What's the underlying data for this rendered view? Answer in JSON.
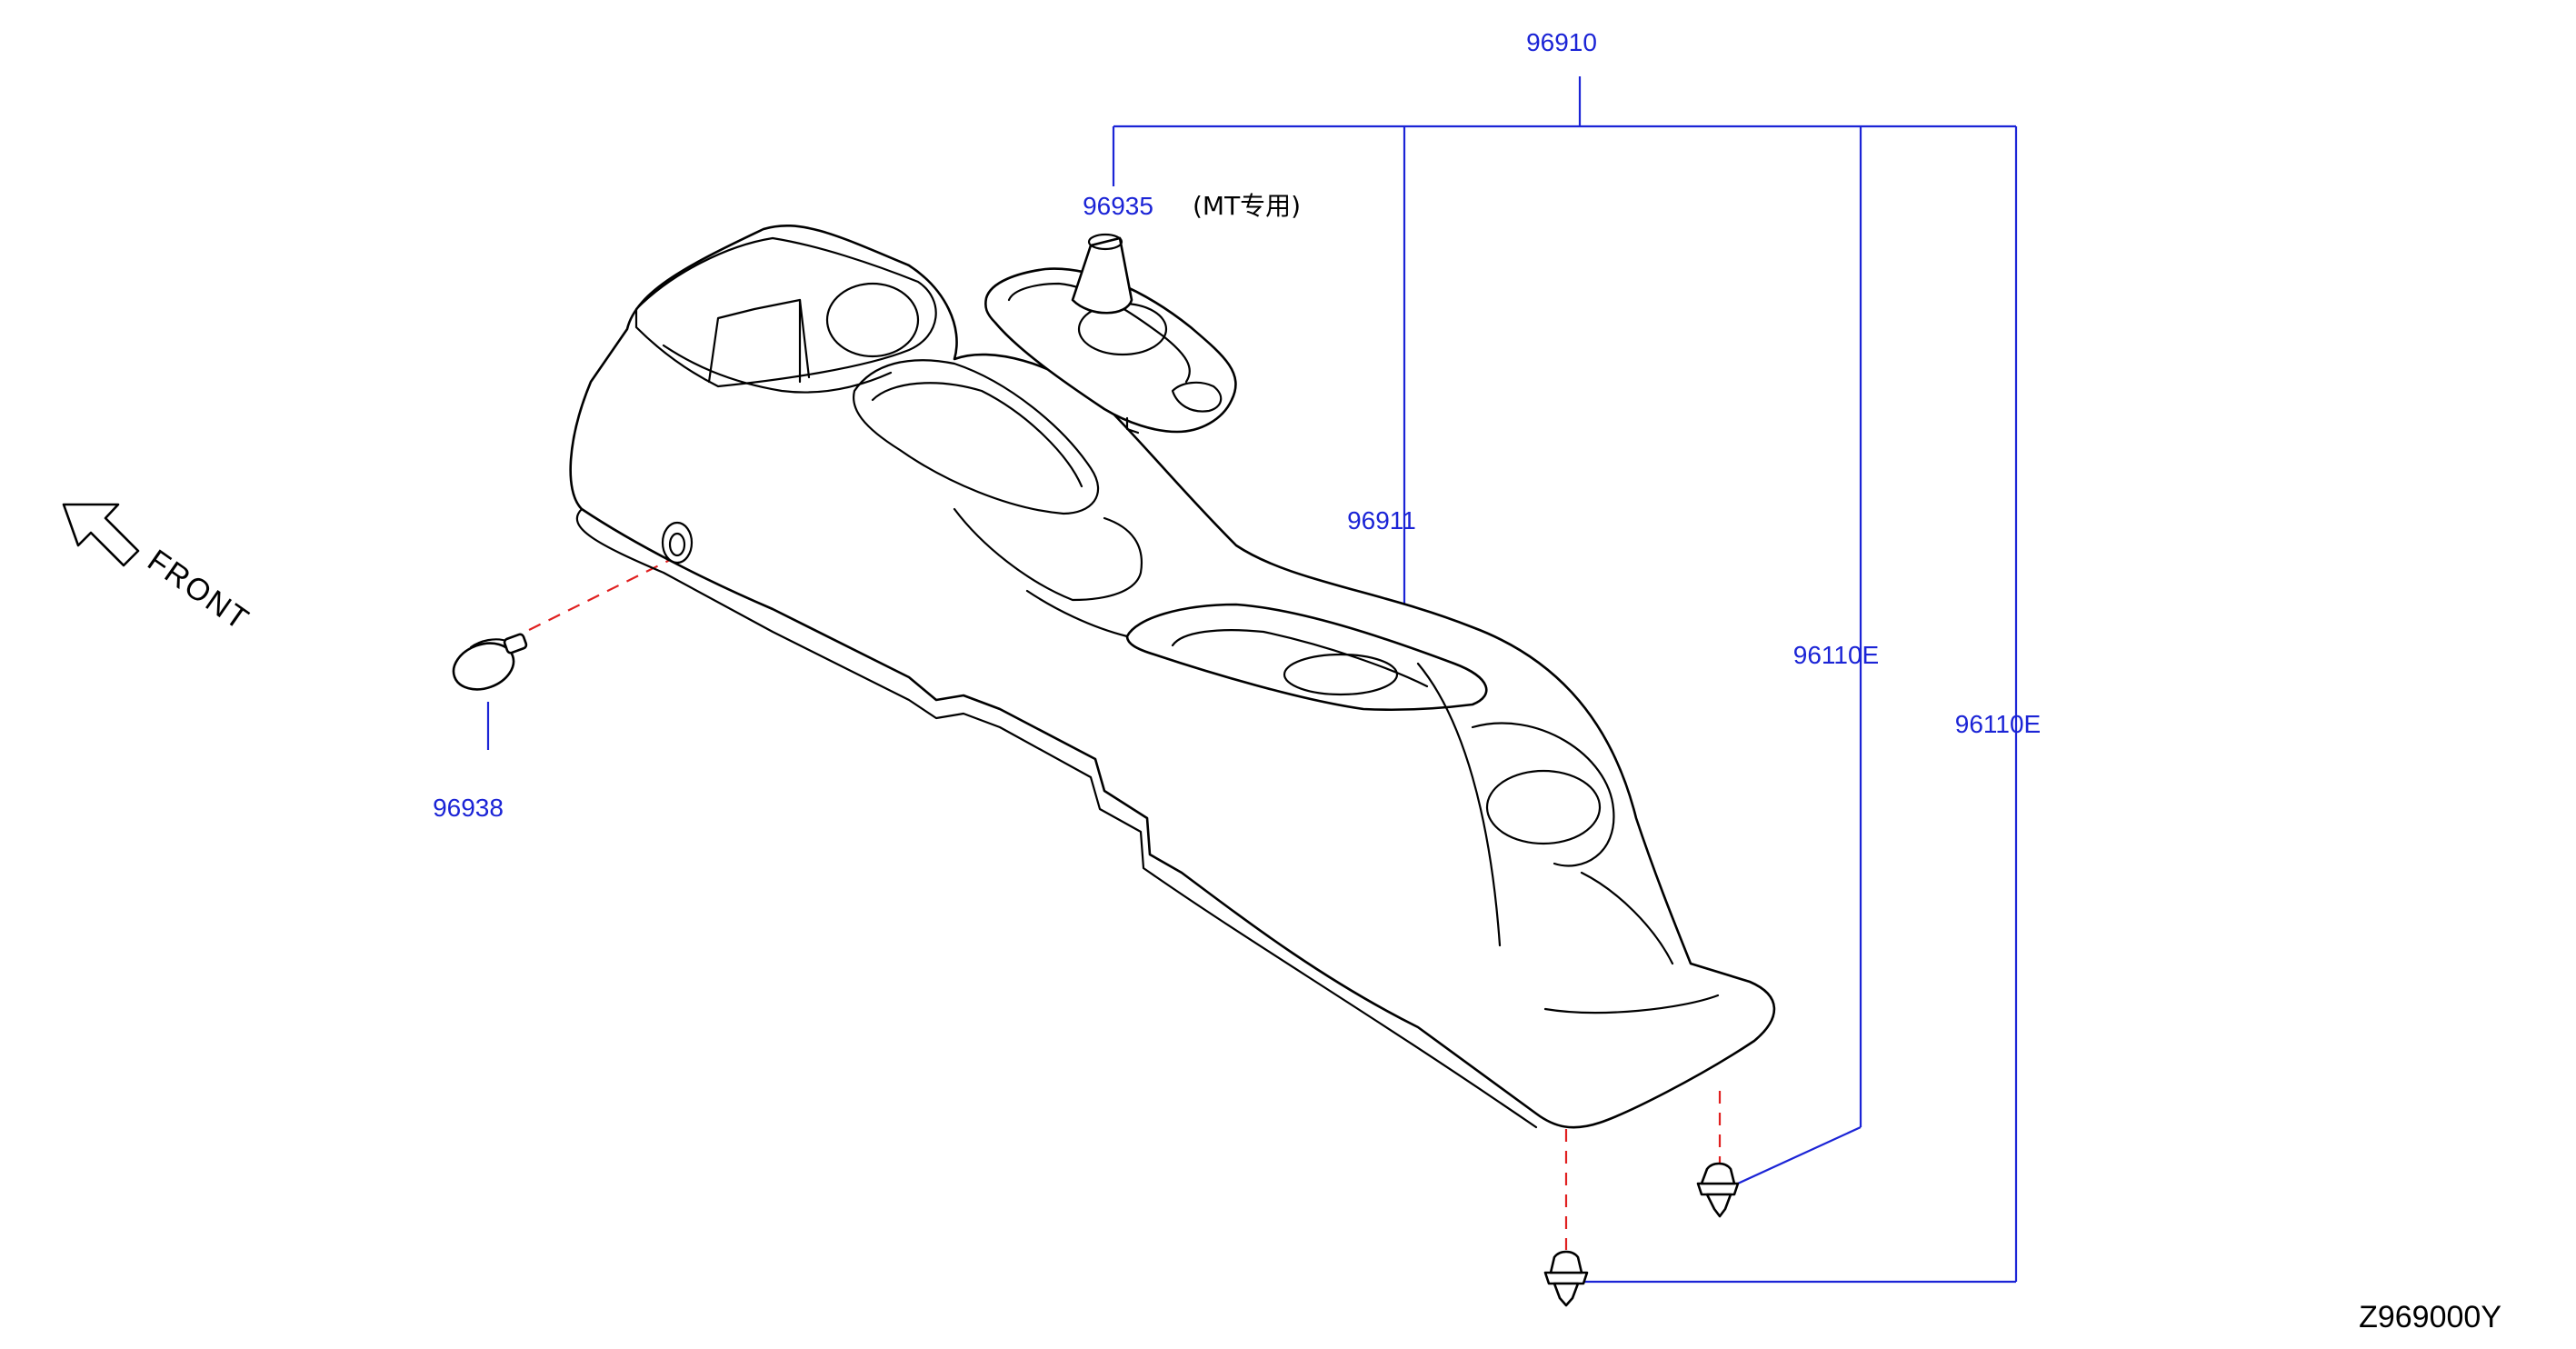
{
  "diagram": {
    "parts": {
      "assembly": "96910",
      "shift_boot": "96935",
      "shift_boot_note": "(MT专用)",
      "console": "96911",
      "clip_a": "96110E",
      "clip_b": "96110E",
      "grommet": "96938"
    },
    "orientation_label": "FRONT",
    "drawing_code": "Z969000Y"
  },
  "colors": {
    "callout": "#1b24d6",
    "hidden_line": "#e02020",
    "outline": "#000000"
  }
}
